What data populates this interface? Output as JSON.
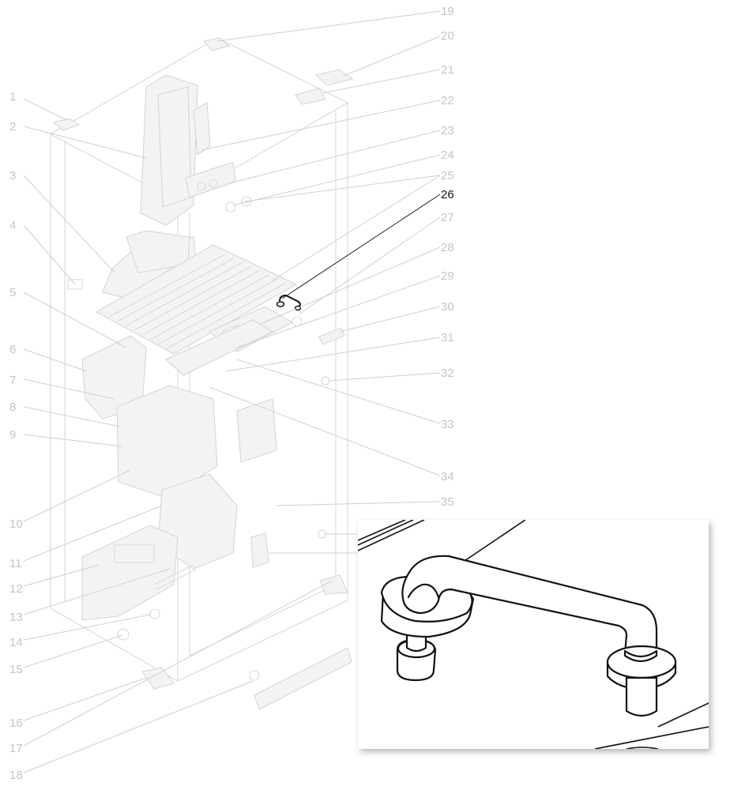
{
  "diagram": {
    "highlighted_callout": "26",
    "callouts_left": [
      "1",
      "2",
      "3",
      "4",
      "5",
      "6",
      "7",
      "8",
      "9",
      "10",
      "11",
      "12",
      "13",
      "14",
      "15",
      "16",
      "17",
      "18"
    ],
    "callouts_right": [
      "19",
      "20",
      "21",
      "22",
      "23",
      "24",
      "25",
      "26",
      "27",
      "28",
      "29",
      "30",
      "31",
      "32",
      "33",
      "34",
      "35"
    ]
  },
  "colors": {
    "inactive_label": "#c4c4c4",
    "active_label": "#111111",
    "ghost_line": "#d9d9d9",
    "ink": "#111111"
  },
  "inset": {
    "subject_icon": "handle-part-icon"
  }
}
